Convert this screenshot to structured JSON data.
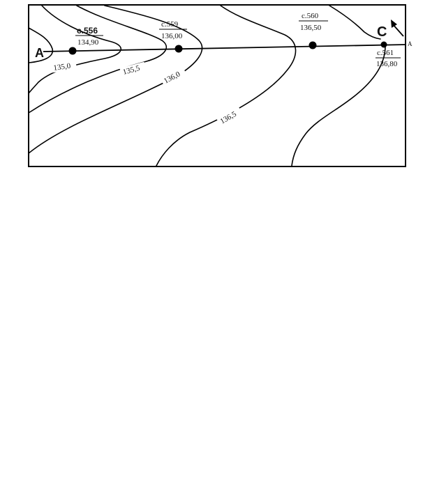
{
  "section_line": {
    "start_label": "A",
    "end_label": "A"
  },
  "direction_label": "C",
  "stations": [
    {
      "id": "c.556",
      "elevation": "134,90"
    },
    {
      "id": "c.559",
      "elevation": "136,00"
    },
    {
      "id": "c.560",
      "elevation": "136,50"
    },
    {
      "id": "c.561",
      "elevation": "136,80"
    }
  ],
  "contours": [
    {
      "label": "135,0"
    },
    {
      "label": "135,5"
    },
    {
      "label": "136,0"
    },
    {
      "label": "136,5"
    }
  ]
}
